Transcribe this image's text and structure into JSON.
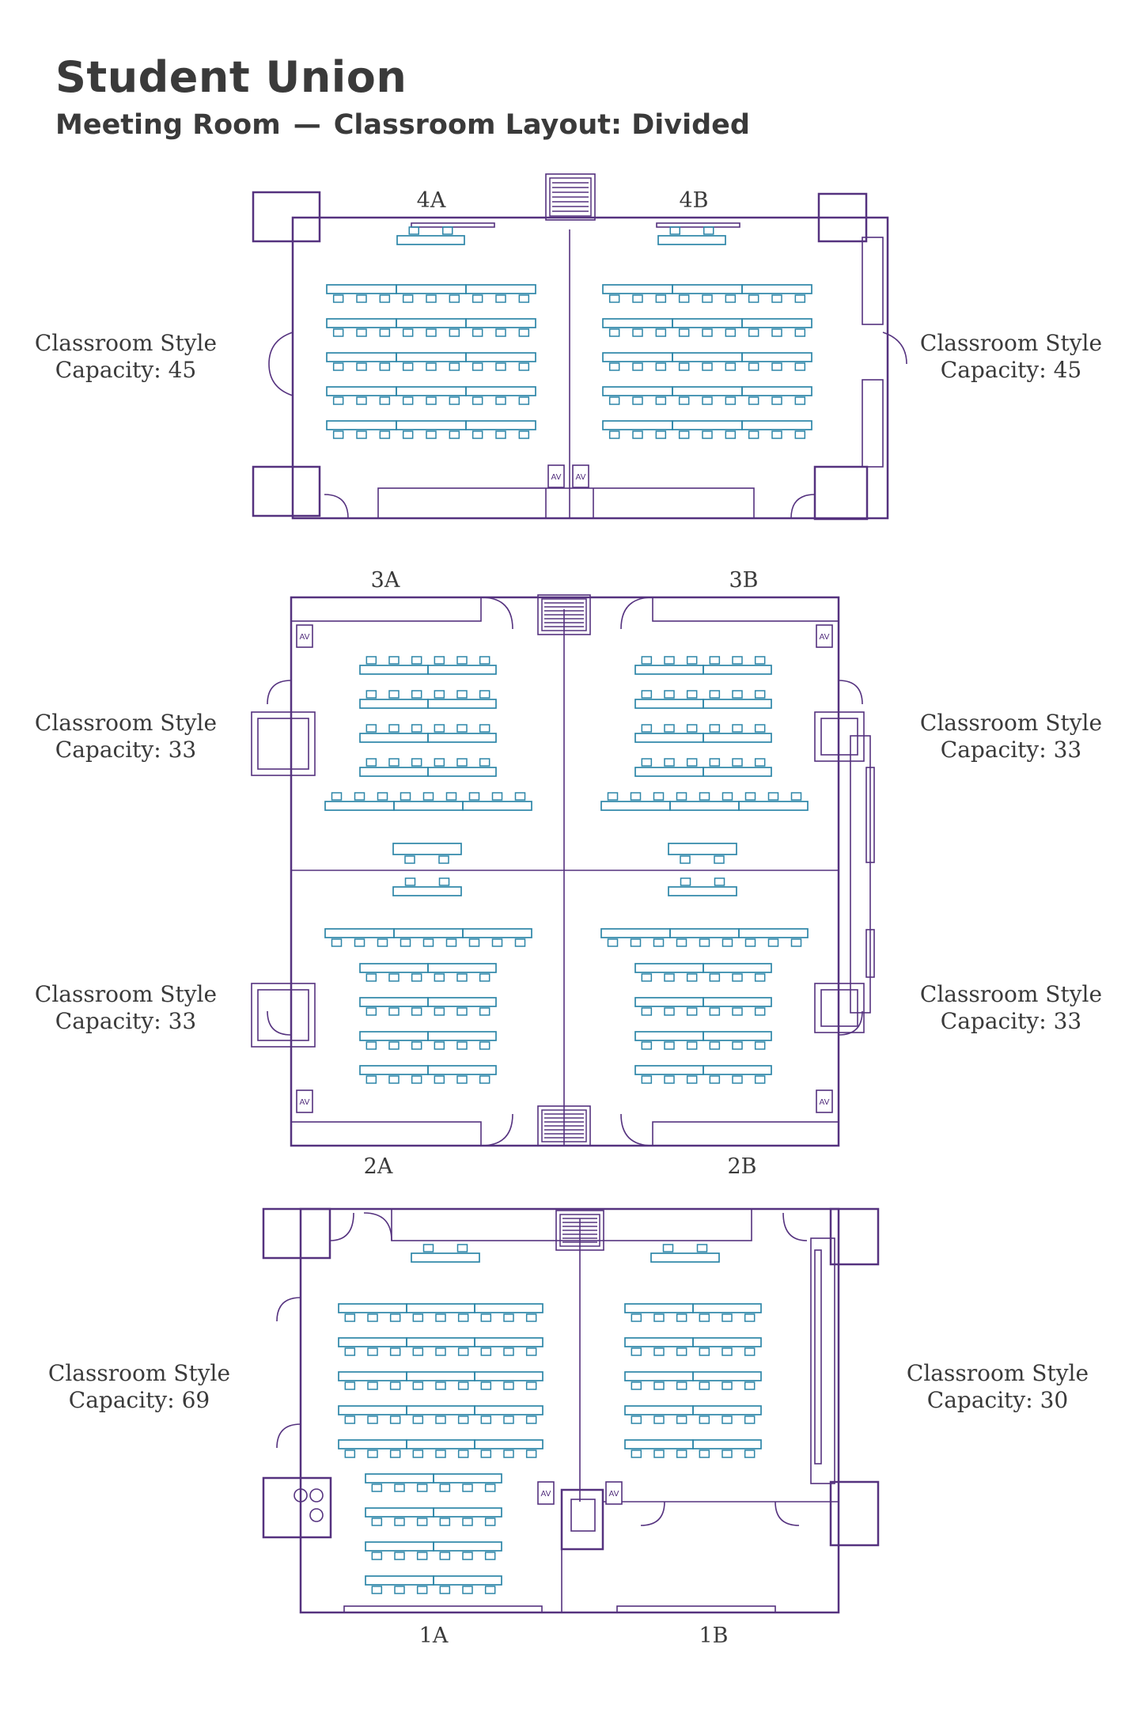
{
  "header": {
    "title": "Student Union",
    "subtitle_room": "Meeting Room",
    "subtitle_dash": "—",
    "subtitle_layout": "Classroom Layout: Divided"
  },
  "rooms": {
    "r4A": {
      "label": "4A",
      "style": "Classroom Style",
      "capacity": "Capacity: 45"
    },
    "r4B": {
      "label": "4B",
      "style": "Classroom Style",
      "capacity": "Capacity: 45"
    },
    "r3A": {
      "label": "3A",
      "style": "Classroom Style",
      "capacity": "Capacity: 33"
    },
    "r3B": {
      "label": "3B",
      "style": "Classroom Style",
      "capacity": "Capacity: 33"
    },
    "r2A": {
      "label": "2A",
      "style": "Classroom Style",
      "capacity": "Capacity: 33"
    },
    "r2B": {
      "label": "2B",
      "style": "Classroom Style",
      "capacity": "Capacity: 33"
    },
    "r1A": {
      "label": "1A",
      "style": "Classroom Style",
      "capacity": "Capacity: 69"
    },
    "r1B": {
      "label": "1B",
      "style": "Classroom Style",
      "capacity": "Capacity: 30"
    }
  },
  "av_label": "AV",
  "colors": {
    "wall": "#55327f",
    "furniture": "#2d86a8",
    "text": "#3a3a3a"
  }
}
